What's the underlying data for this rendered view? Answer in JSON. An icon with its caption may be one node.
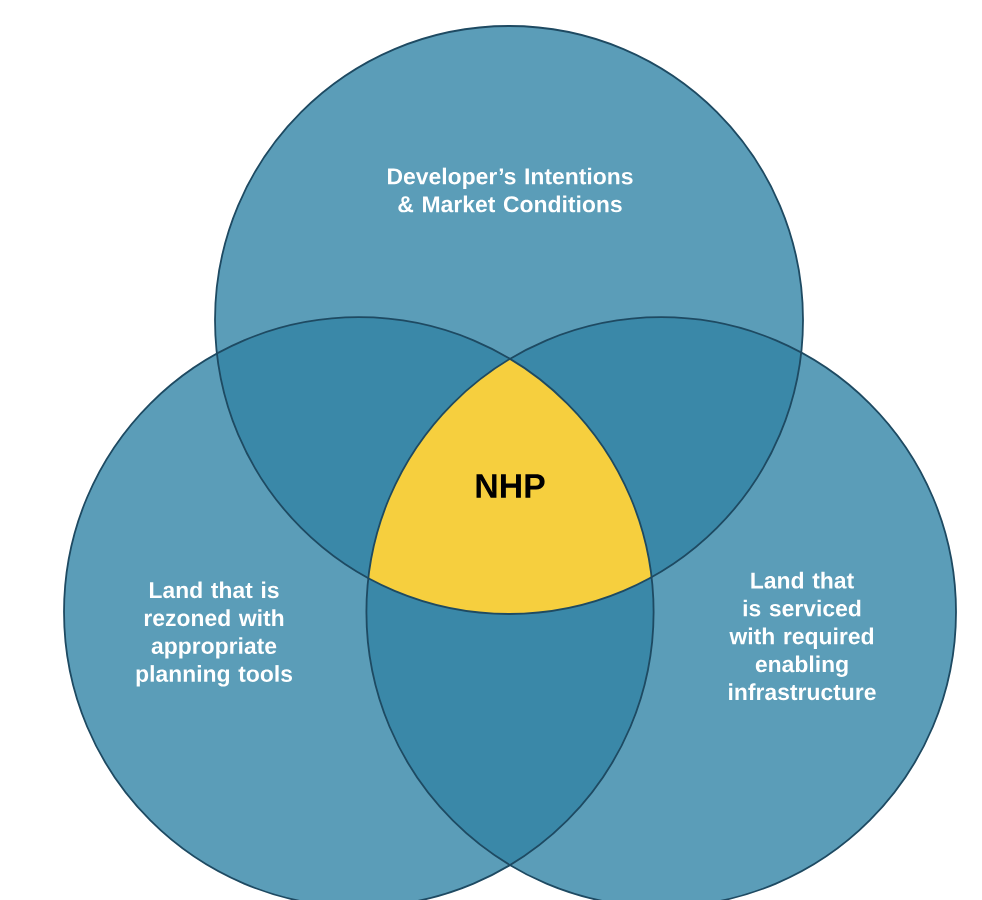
{
  "diagram": {
    "nodes": [
      {
        "text": [
          "Developer’s Intentions & Market Conditions"
        ]
      },
      {
        "text": [
          "Land that is rezoned with appropriate planning tools"
        ]
      },
      {
        "text": [
          "Land that is serviced with required enabling infrastructure"
        ]
      },
      {
        "text": [
          "NHP"
        ]
      }
    ]
  }
}
